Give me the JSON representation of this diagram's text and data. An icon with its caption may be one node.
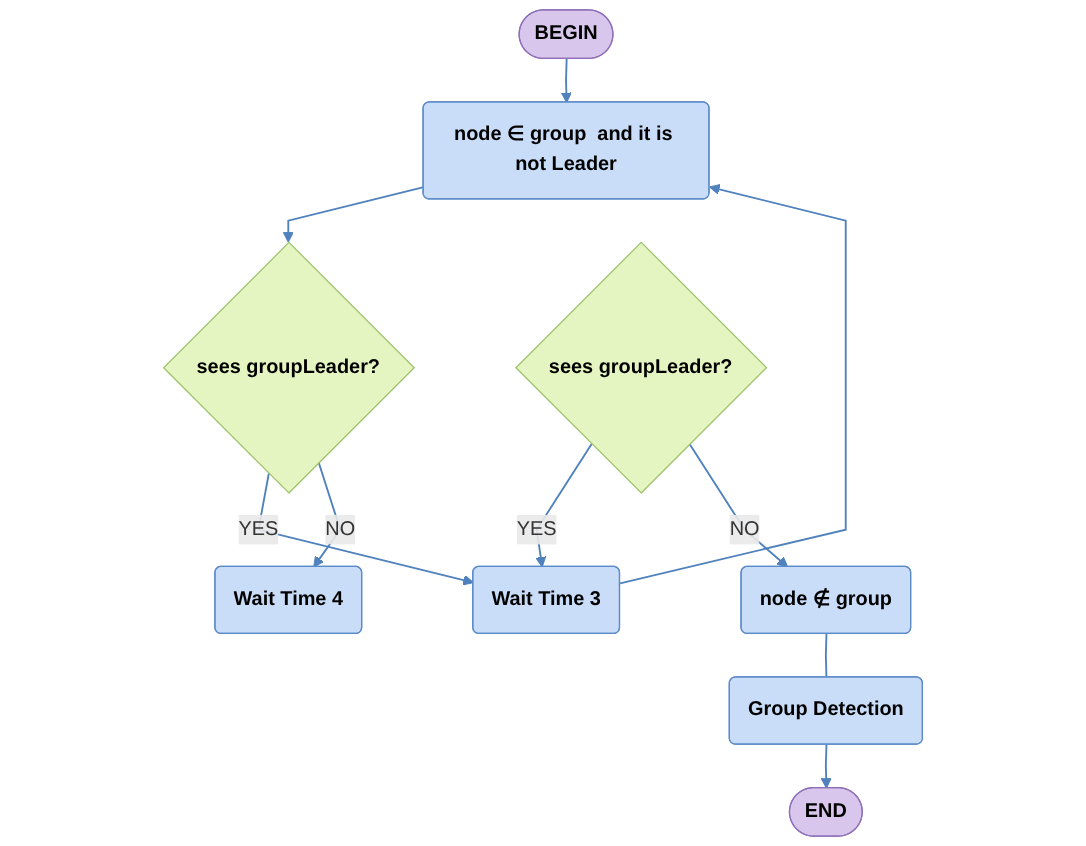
{
  "diagram": {
    "nodes": [
      {
        "text": [
          "BEGIN"
        ]
      },
      {
        "text": [
          "node ∈ group  and it is not Leader"
        ]
      },
      {
        "text": [
          "sees groupLeader?"
        ]
      },
      {
        "text": [
          "Wait Time 3"
        ]
      },
      {
        "text": [
          "Wait Time 4"
        ]
      },
      {
        "text": [
          "sees groupLeader?"
        ]
      },
      {
        "text": [
          "node ∉  group"
        ]
      },
      {
        "text": [
          "Group Detection"
        ]
      },
      {
        "text": [
          "END"
        ]
      }
    ],
    "edges": [
      {
        "from": 0,
        "to": 1,
        "arrow": "to"
      },
      {
        "from": 1,
        "to": 2,
        "arrow": "to"
      },
      {
        "from": 2,
        "to": 3,
        "label": "YES",
        "arrow": "to"
      },
      {
        "from": 2,
        "to": 4,
        "label": "NO",
        "arrow": "to"
      },
      {
        "from": 3,
        "to": 1,
        "arrow": "to"
      },
      {
        "from": 5,
        "to": 3,
        "label": "YES",
        "arrow": "to"
      },
      {
        "from": 5,
        "to": 6,
        "label": "NO",
        "arrow": "to"
      },
      {
        "from": 6,
        "to": 7,
        "arrow": "none"
      },
      {
        "from": 7,
        "to": 8,
        "arrow": "to"
      }
    ]
  }
}
